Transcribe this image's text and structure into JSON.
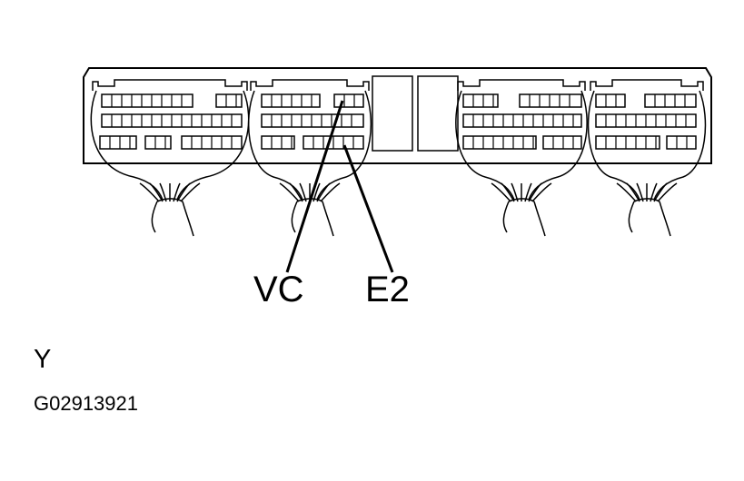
{
  "labels": {
    "vc": "VC",
    "e2": "E2",
    "view": "Y",
    "figure_id": "G02913921"
  },
  "colors": {
    "line": "#000000",
    "background": "#ffffff"
  }
}
